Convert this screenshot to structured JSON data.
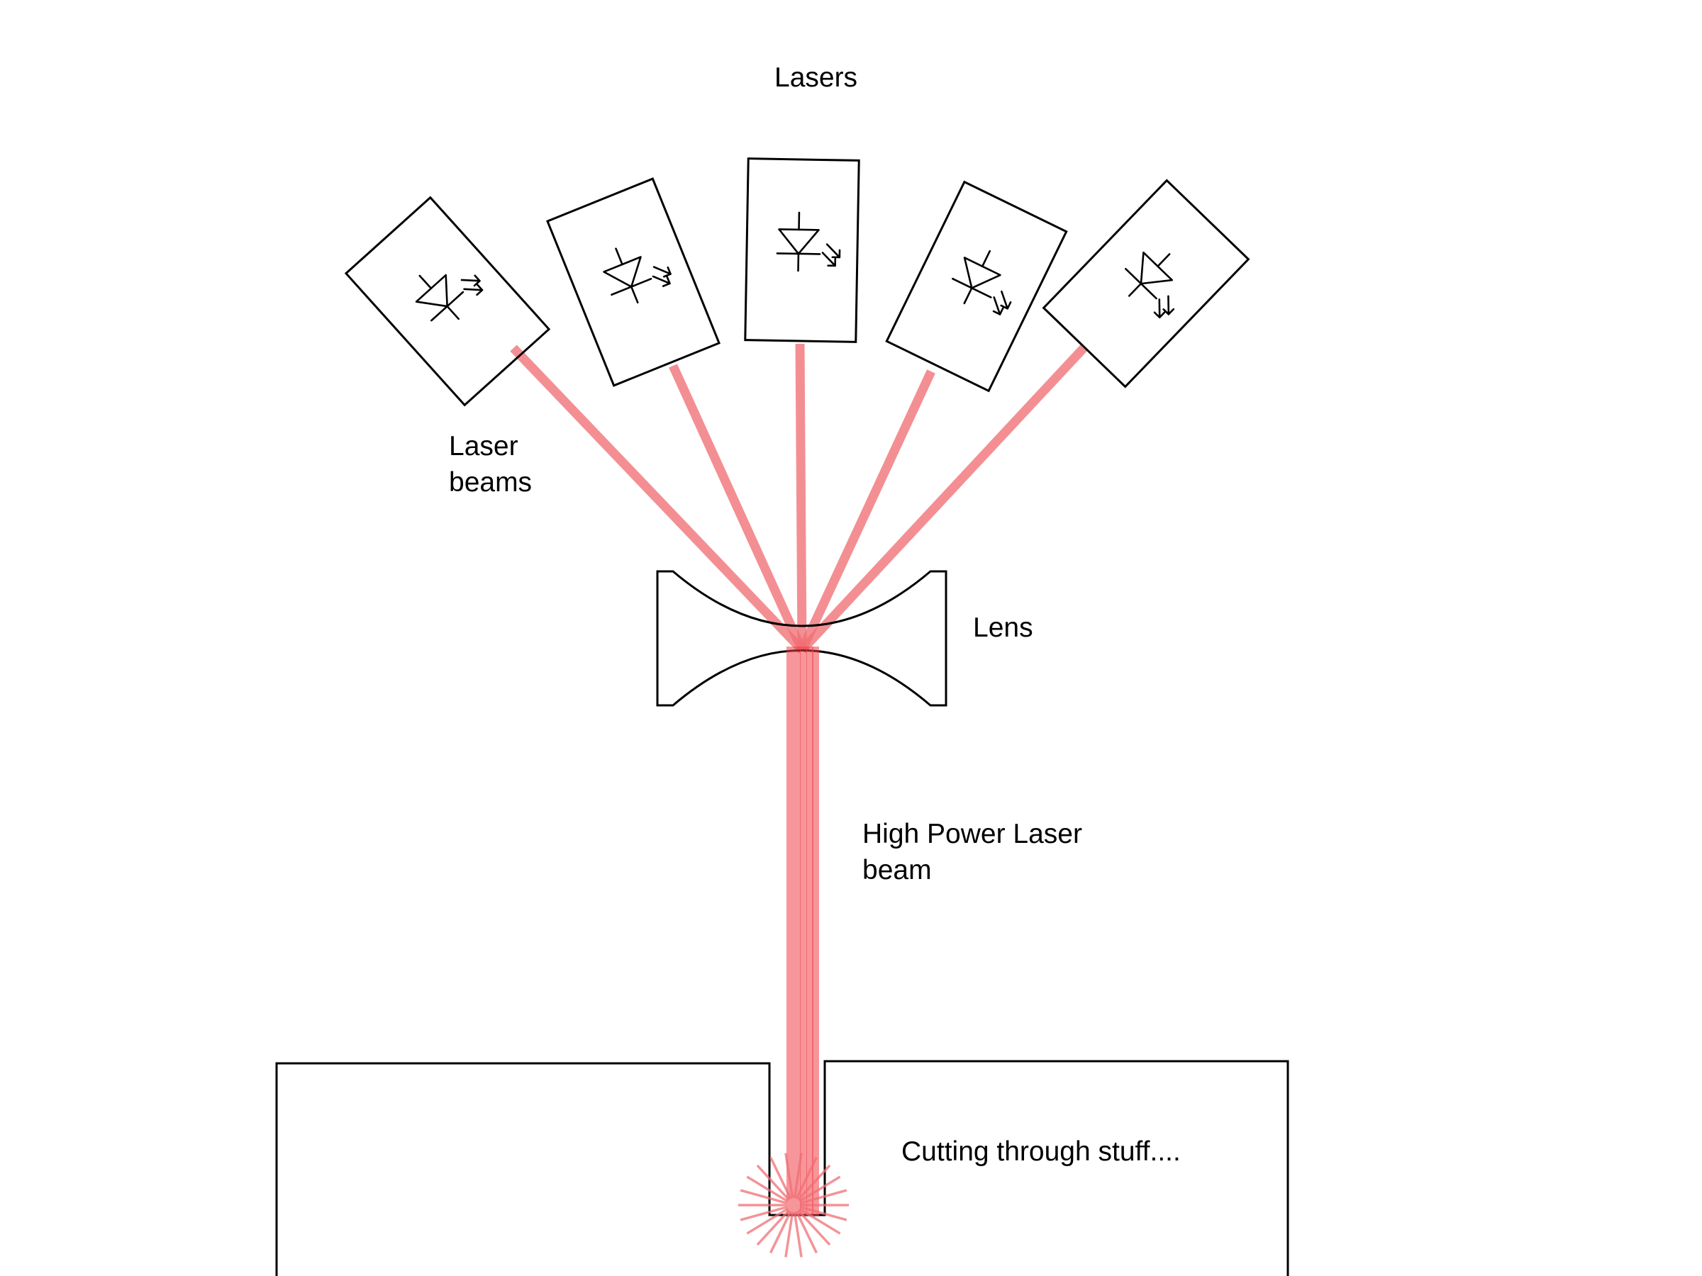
{
  "diagram": {
    "labels": {
      "lasers": "Lasers",
      "laser_beams_line1": "Laser",
      "laser_beams_line2": "beams",
      "lens": "Lens",
      "high_power_line1": "High Power Laser",
      "high_power_line2": "beam",
      "cutting": "Cutting through stuff...."
    },
    "laser_count": 5,
    "colors": {
      "beam": "#ef6f74",
      "main_beam": "#ee3f47",
      "outline": "#000000",
      "background": "#ffffff"
    },
    "icons": [
      "laser-diode-icon",
      "convergent-beam-icon",
      "impact-burst-icon"
    ]
  }
}
